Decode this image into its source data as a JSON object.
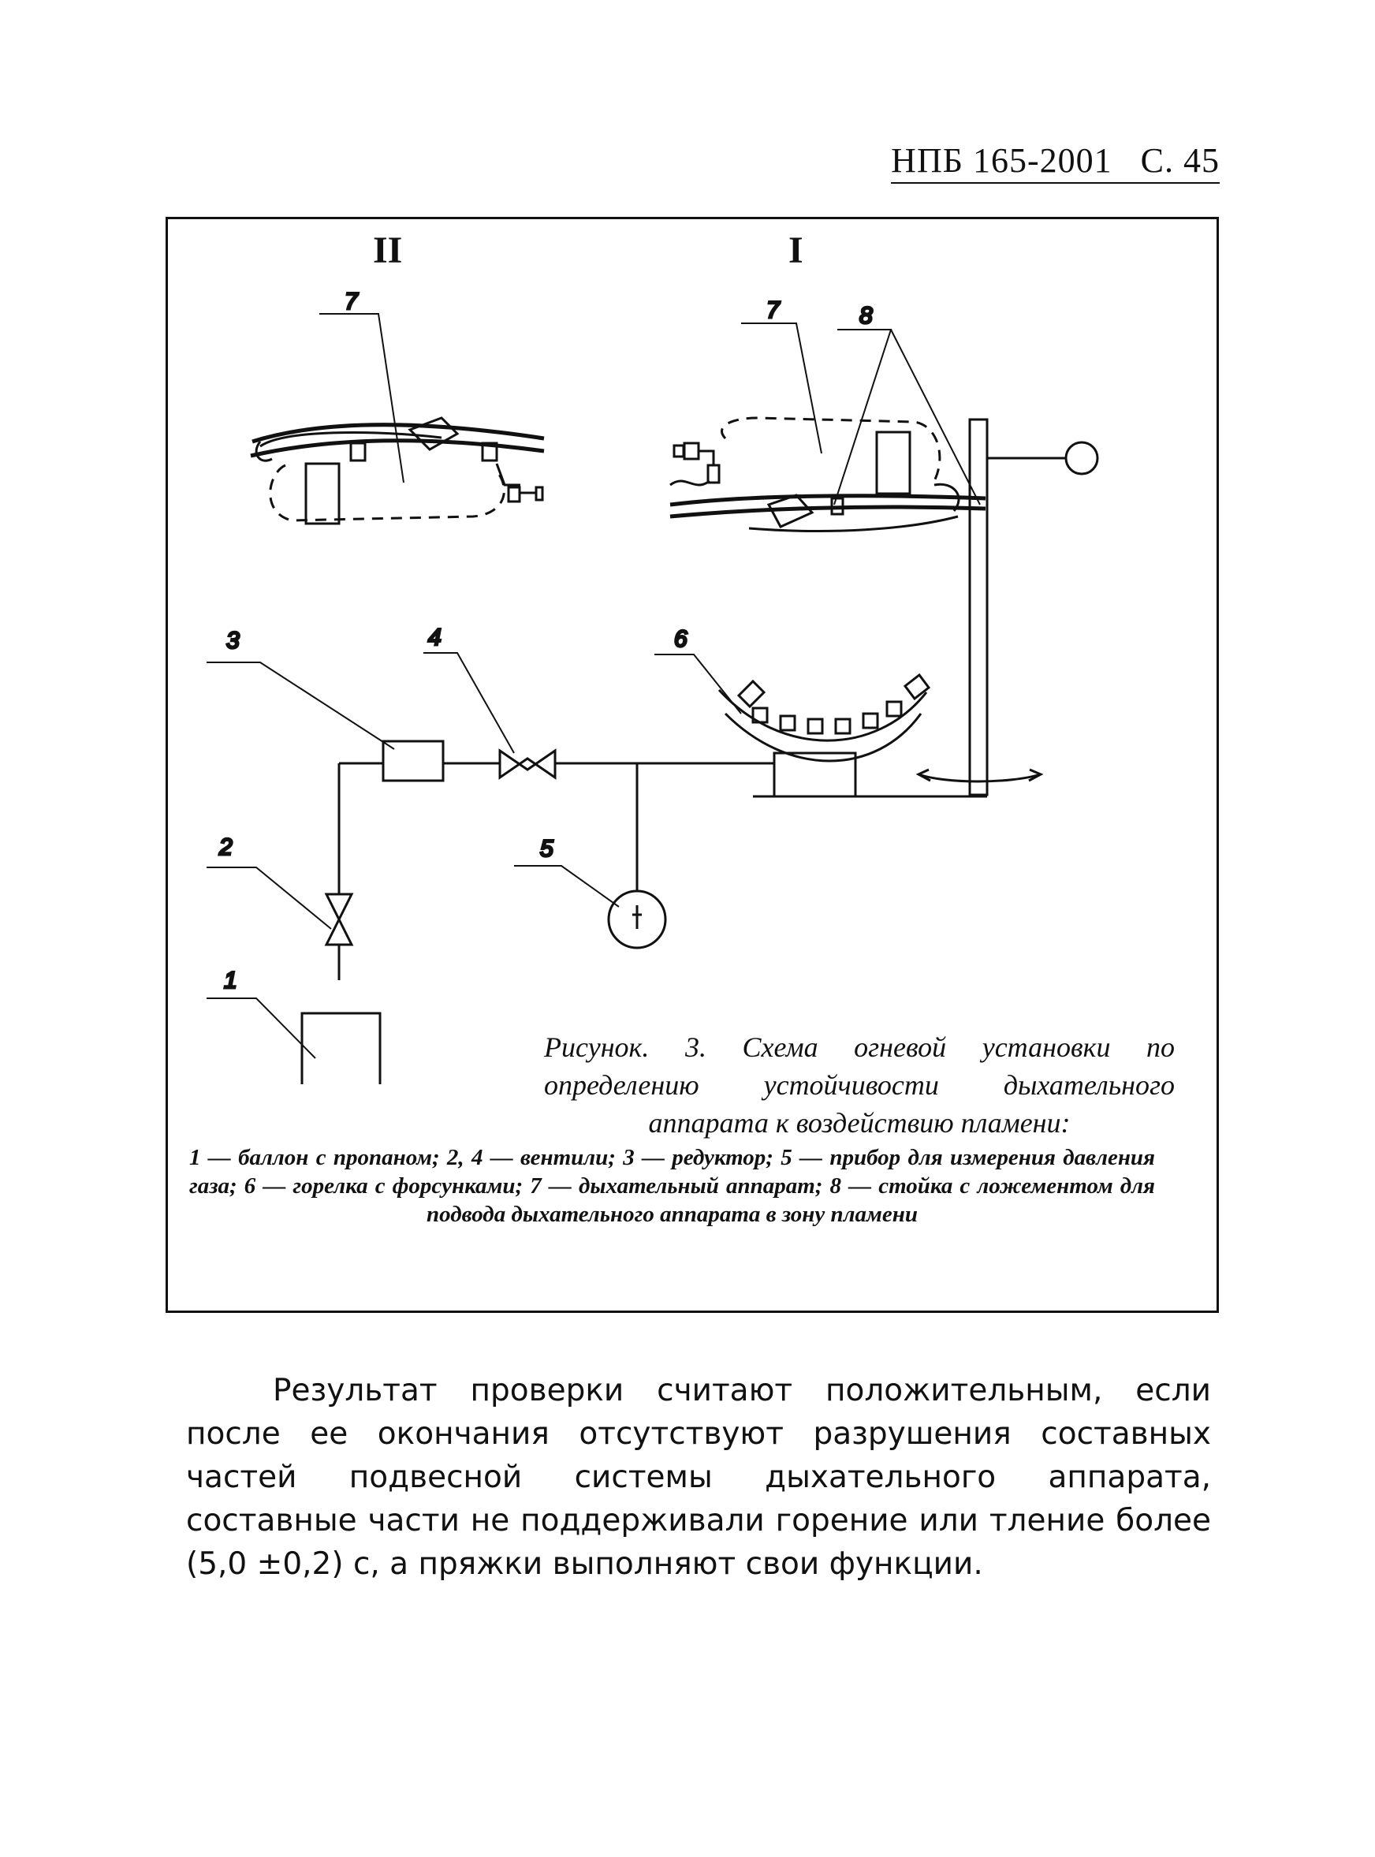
{
  "header": {
    "doc_code": "НПБ 165-2001",
    "page": "С. 45"
  },
  "figure": {
    "view_labels": {
      "left": "II",
      "right": "I"
    },
    "callouts": {
      "n1": "1",
      "n2": "2",
      "n3": "3",
      "n4": "4",
      "n5": "5",
      "n6": "6",
      "n7_left": "7",
      "n7_right": "7",
      "n8": "8"
    },
    "caption_title": "Рисунок. 3. Схема огневой установки по определению устойчивости дыхательного аппарата к воздействию пламени:",
    "caption_legend": "1 — баллон с пропаном; 2, 4 — вентили; 3 — редуктор; 5 — прибор для измерения давления газа; 6 — горелка с форсунками; 7 — дыхательный аппарат; 8 — стойка с ложементом для подвода дыхательного аппарата в зону пламени"
  },
  "body": {
    "paragraph": "Результат проверки считают положительным, если после ее окончания отсутствуют разрушения составных частей подвесной системы дыхательного аппарата, составные части не поддерживали горение или тление более (5,0 ±0,2) с, а пряжки выполняют свои функции."
  }
}
